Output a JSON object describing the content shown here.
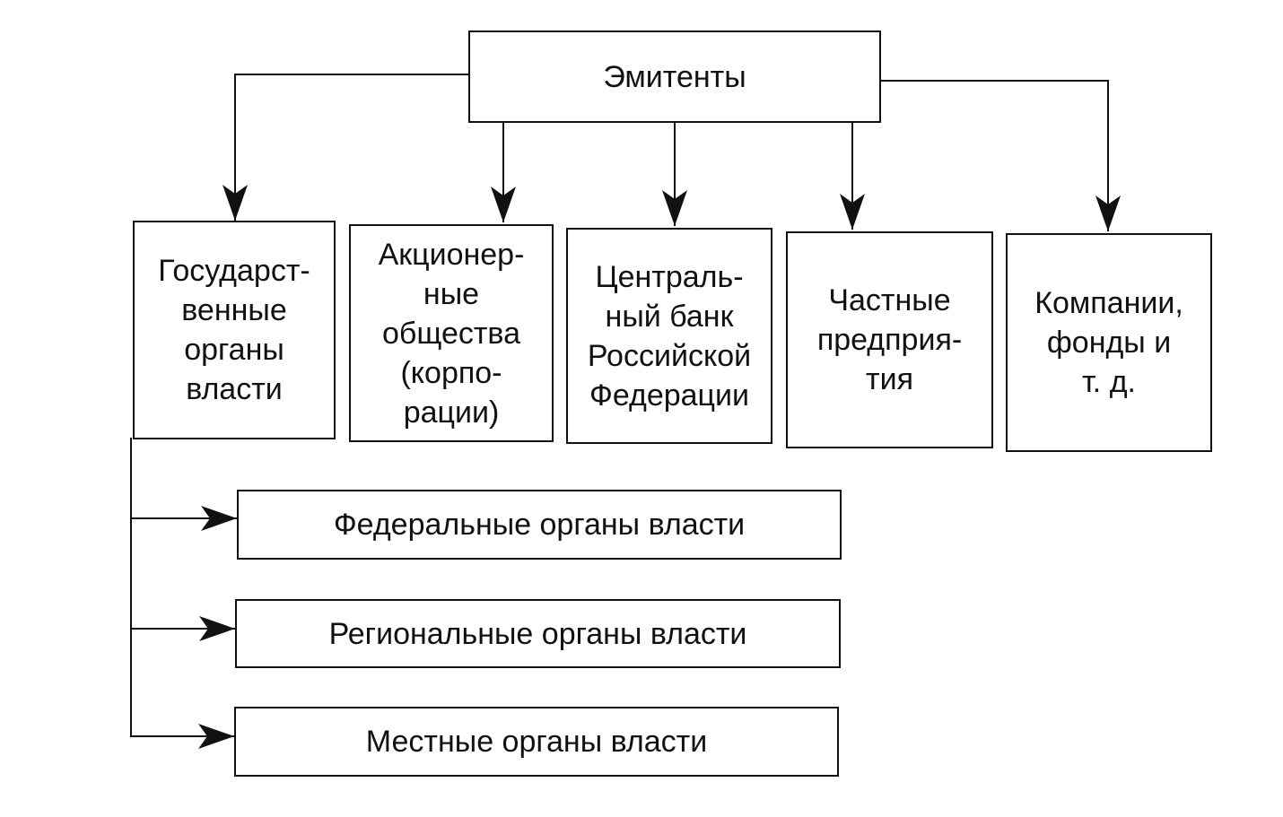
{
  "diagram": {
    "root": {
      "label": "Эмитенты"
    },
    "categories": [
      {
        "id": "gov",
        "label": "Государст-\nвенные\nорганы\nвласти"
      },
      {
        "id": "jsc",
        "label": "Акционер-\nные\nобщества\n(корпо-\nрации)"
      },
      {
        "id": "cbr",
        "label": "Централь-\nный банк\nРоссийской\nФедерации"
      },
      {
        "id": "priv",
        "label": "Частные\nпредприя-\nтия"
      },
      {
        "id": "comp",
        "label": "Компании,\nфонды и\nт. д."
      }
    ],
    "government_levels": [
      {
        "label": "Федеральные органы власти"
      },
      {
        "label": "Региональные органы власти"
      },
      {
        "label": "Местные органы власти"
      }
    ]
  }
}
